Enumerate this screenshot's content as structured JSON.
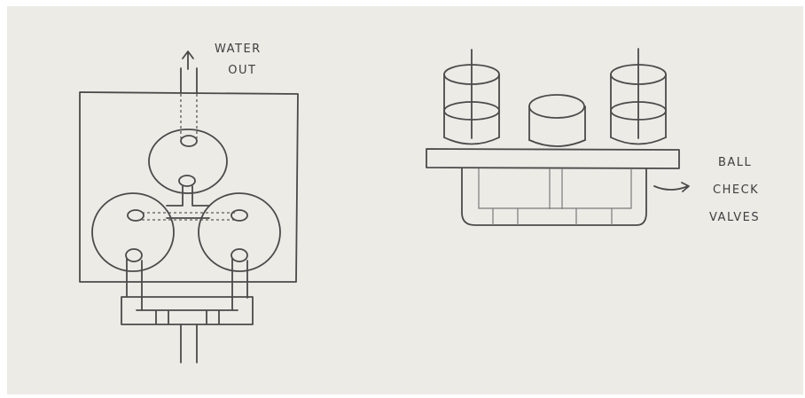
{
  "labels": {
    "water_out_line1": "WATER",
    "water_out_line2": "OUT",
    "ball_check_line1": "BALL",
    "ball_check_line2": "CHECK",
    "ball_check_line3": "VALVES"
  },
  "colors": {
    "paper": "#ecebe6",
    "pencil": "#4a4a4a"
  }
}
